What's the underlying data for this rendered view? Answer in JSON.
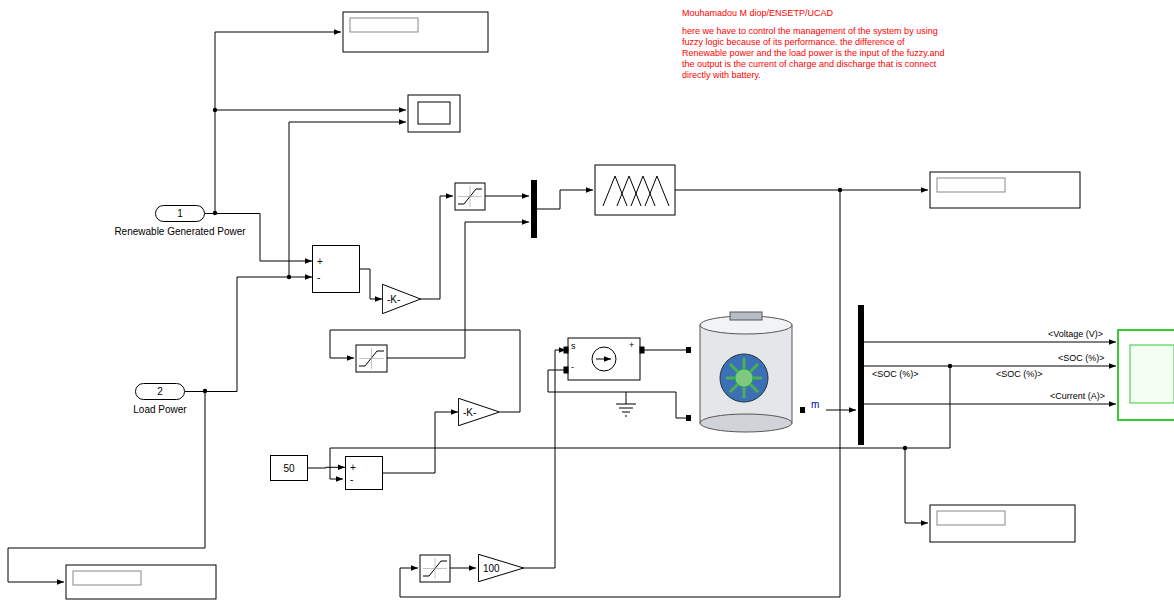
{
  "diagram": {
    "nodes": [
      {
        "text": [
          "1",
          "Renewable Generated Power"
        ]
      },
      {
        "text": [
          "2",
          "Load Power"
        ]
      },
      {
        "text": [
          "+",
          "-"
        ]
      },
      {
        "text": [
          "-K-"
        ]
      },
      {
        "text": [
          "-K-"
        ]
      },
      {
        "text": [
          "50"
        ]
      },
      {
        "text": [
          "+",
          "-"
        ]
      },
      {
        "text": [
          "100"
        ]
      }
    ],
    "edges": [
      {
        "from": 0,
        "to": 2,
        "arrow": "to"
      },
      {
        "from": 1,
        "to": 2,
        "arrow": "to"
      },
      {
        "from": 2,
        "to": 3,
        "arrow": "to"
      },
      {
        "from": 5,
        "to": 6,
        "arrow": "to"
      },
      {
        "from": 6,
        "to": 4,
        "arrow": "to"
      }
    ],
    "labels": [
      "Mouhamadou M diop/ENSETP/UCAD",
      "here we have to control the management of the system by using fuzzy logic because of its performance. the difference of Renewable power and the load power is the input of the fuzzy.and the output is the current of charge and discharge that is connect directly with battery.",
      "m",
      "<Voltage (V)>",
      "<SOC (%)>",
      "<SOC (%)>",
      "<SOC (%)>",
      "<Current (A)>",
      "s",
      "+",
      "-"
    ]
  }
}
